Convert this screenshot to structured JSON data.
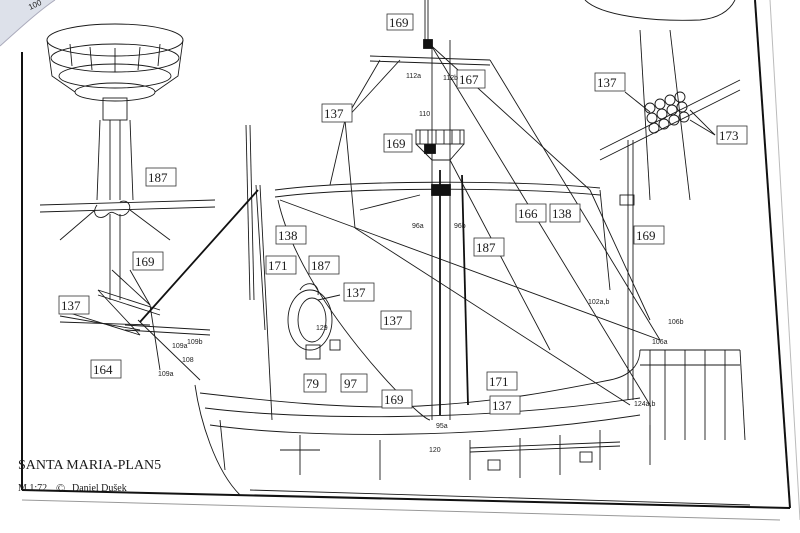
{
  "plan": {
    "title": "SANTA MARIA-PLAN5",
    "scale": "M 1:72",
    "copyright_symbol": "©",
    "author": "Daniel Dušek",
    "page_corner": "100"
  },
  "part_labels": {
    "l169a": "169",
    "l112a": "112a",
    "l112b": "112b",
    "l167": "167",
    "l137a": "137",
    "l110": "110",
    "l169b": "169",
    "l137b": "137",
    "l173": "173",
    "l187a": "187",
    "l166": "166",
    "l138a": "138",
    "l138b": "138",
    "l96a": "96a",
    "l96b": "96b",
    "l187b": "187",
    "l169c": "169",
    "l169d": "169",
    "l137c": "137",
    "l109a": "109a",
    "l109b": "109b",
    "l108": "108",
    "l109a2": "109a",
    "l164": "164",
    "l171a": "171",
    "l187c": "187",
    "l137d": "137",
    "l129": "129",
    "l79": "79",
    "l97": "97",
    "l102": "102a,b",
    "l106b": "106b",
    "l106a": "106a",
    "l137e": "137",
    "l169e": "169",
    "l95a": "95a",
    "l120": "120",
    "l171b": "171",
    "l137f": "137",
    "l124": "124a,b"
  },
  "colors": {
    "paper": "#ffffff",
    "ink": "#1a1a1a",
    "frame": "#111111",
    "page_curl": "#dde1ea"
  }
}
